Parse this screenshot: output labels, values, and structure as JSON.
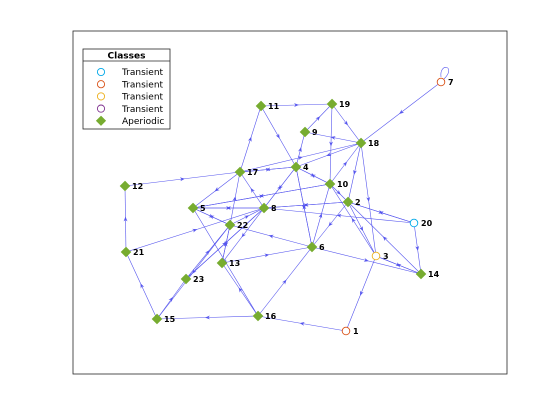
{
  "legend": {
    "title": "Classes",
    "entries": [
      {
        "label": "Transient",
        "color": "#00a8e8",
        "fill": "#ffffff"
      },
      {
        "label": "Transient",
        "color": "#d95319",
        "fill": "#ffffff"
      },
      {
        "label": "Transient",
        "color": "#edb120",
        "fill": "#ffffff"
      },
      {
        "label": "Transient",
        "color": "#7e2f8e",
        "fill": "#ffffff"
      },
      {
        "label": "Aperiodic",
        "color": "#77ac30",
        "fill": "#77ac30"
      }
    ]
  },
  "colors": {
    "edge": "#5555ee",
    "axes": "#262626"
  },
  "chart_data": {
    "type": "diagram",
    "nodes": [
      {
        "id": "1",
        "class": 1
      },
      {
        "id": "2",
        "class": 4
      },
      {
        "id": "3",
        "class": 2
      },
      {
        "id": "4",
        "class": 4
      },
      {
        "id": "5",
        "class": 4
      },
      {
        "id": "6",
        "class": 4
      },
      {
        "id": "7",
        "class": 1
      },
      {
        "id": "8",
        "class": 4
      },
      {
        "id": "9",
        "class": 4
      },
      {
        "id": "10",
        "class": 4
      },
      {
        "id": "11",
        "class": 4
      },
      {
        "id": "12",
        "class": 4
      },
      {
        "id": "13",
        "class": 4
      },
      {
        "id": "14",
        "class": 4
      },
      {
        "id": "15",
        "class": 4
      },
      {
        "id": "16",
        "class": 4
      },
      {
        "id": "17",
        "class": 4
      },
      {
        "id": "18",
        "class": 4
      },
      {
        "id": "19",
        "class": 4
      },
      {
        "id": "20",
        "class": 0
      },
      {
        "id": "21",
        "class": 4
      },
      {
        "id": "22",
        "class": 4
      },
      {
        "id": "23",
        "class": 4
      }
    ],
    "edges": [
      [
        "7",
        "7"
      ],
      [
        "7",
        "18"
      ],
      [
        "20",
        "2"
      ],
      [
        "20",
        "14"
      ],
      [
        "20",
        "8"
      ],
      [
        "3",
        "1"
      ],
      [
        "3",
        "14"
      ],
      [
        "3",
        "10"
      ],
      [
        "1",
        "16"
      ],
      [
        "16",
        "15"
      ],
      [
        "16",
        "6"
      ],
      [
        "16",
        "13"
      ],
      [
        "15",
        "21"
      ],
      [
        "15",
        "23"
      ],
      [
        "21",
        "12"
      ],
      [
        "21",
        "8"
      ],
      [
        "12",
        "17"
      ],
      [
        "17",
        "11"
      ],
      [
        "17",
        "18"
      ],
      [
        "17",
        "5"
      ],
      [
        "17",
        "4"
      ],
      [
        "11",
        "19"
      ],
      [
        "11",
        "4"
      ],
      [
        "19",
        "18"
      ],
      [
        "19",
        "10"
      ],
      [
        "18",
        "9"
      ],
      [
        "18",
        "4"
      ],
      [
        "18",
        "2"
      ],
      [
        "18",
        "3"
      ],
      [
        "9",
        "19"
      ],
      [
        "4",
        "10"
      ],
      [
        "4",
        "17"
      ],
      [
        "4",
        "8"
      ],
      [
        "4",
        "6"
      ],
      [
        "4",
        "9"
      ],
      [
        "10",
        "4"
      ],
      [
        "10",
        "18"
      ],
      [
        "10",
        "5"
      ],
      [
        "10",
        "2"
      ],
      [
        "2",
        "6"
      ],
      [
        "2",
        "8"
      ],
      [
        "2",
        "3"
      ],
      [
        "2",
        "20"
      ],
      [
        "6",
        "4"
      ],
      [
        "6",
        "14"
      ],
      [
        "6",
        "22"
      ],
      [
        "6",
        "10"
      ],
      [
        "8",
        "4"
      ],
      [
        "8",
        "5"
      ],
      [
        "8",
        "23"
      ],
      [
        "8",
        "2"
      ],
      [
        "8",
        "17"
      ],
      [
        "8",
        "13"
      ],
      [
        "5",
        "22"
      ],
      [
        "5",
        "16"
      ],
      [
        "5",
        "10"
      ],
      [
        "5",
        "8"
      ],
      [
        "22",
        "8"
      ],
      [
        "22",
        "13"
      ],
      [
        "22",
        "15"
      ],
      [
        "22",
        "5"
      ],
      [
        "22",
        "17"
      ],
      [
        "13",
        "22"
      ],
      [
        "13",
        "6"
      ],
      [
        "23",
        "8"
      ],
      [
        "23",
        "22"
      ],
      [
        "14",
        "2"
      ],
      [
        "14",
        "3"
      ]
    ]
  }
}
